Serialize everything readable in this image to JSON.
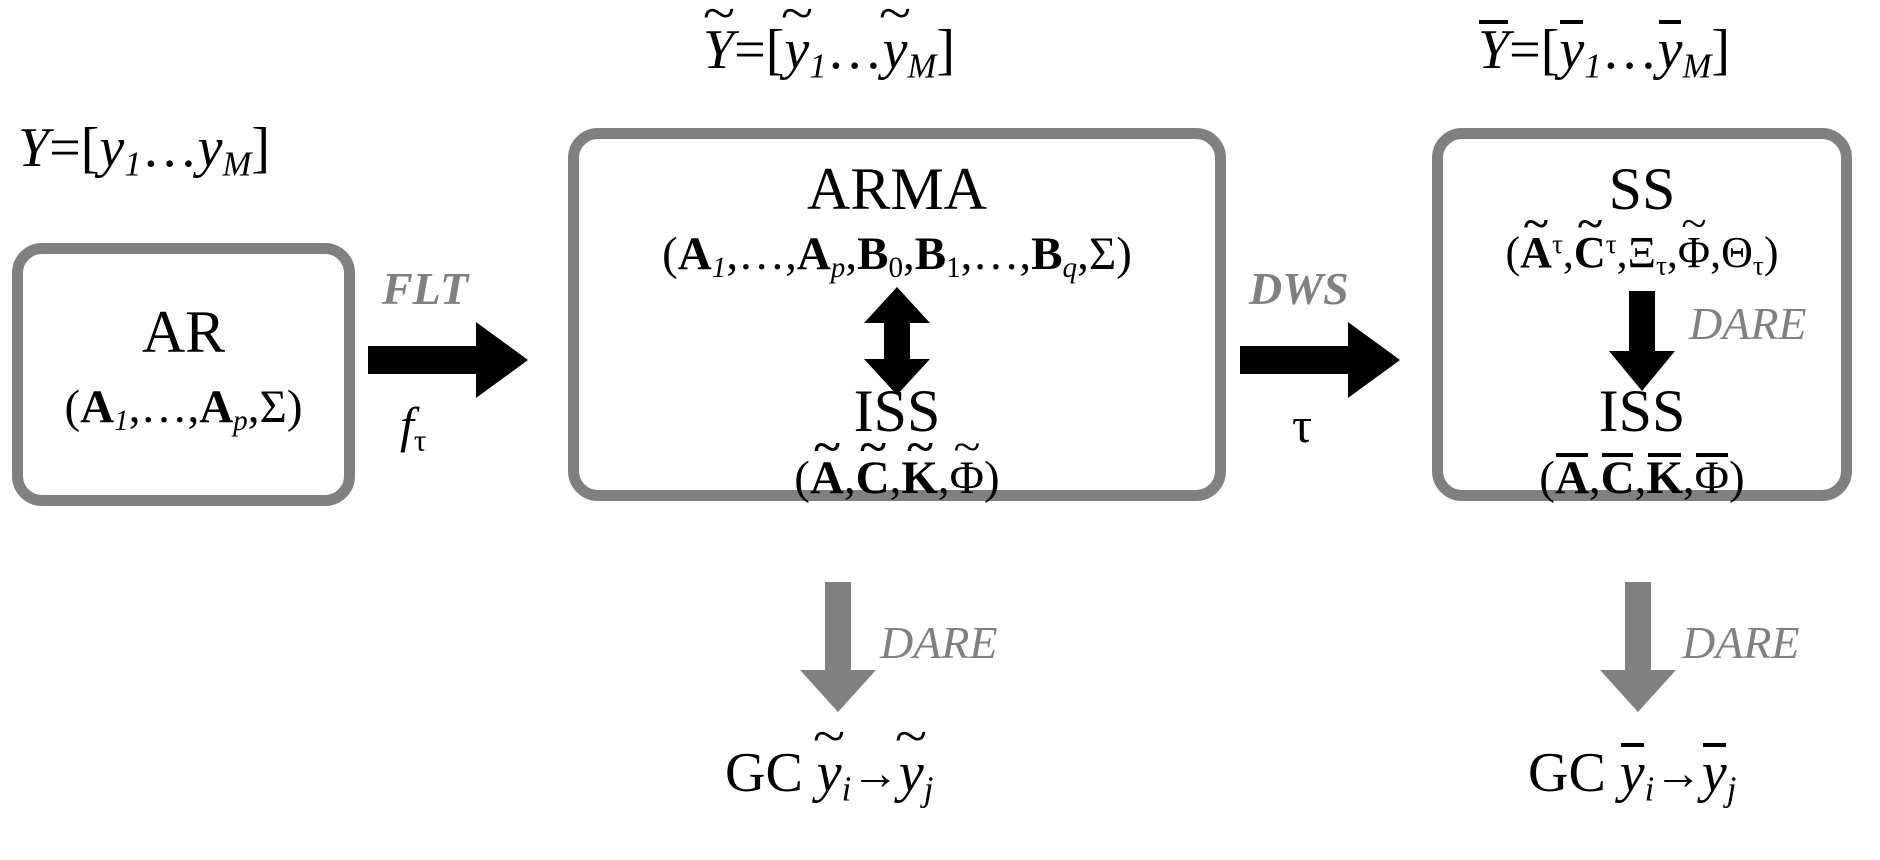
{
  "diagram": {
    "title": "AR to ARMA/ISS to SS/ISS filtering and downsampling pipeline",
    "colors": {
      "box_border": "#808080",
      "black_arrow": "#000000",
      "gray_arrow": "#808080",
      "gray_label": "#808080",
      "background": "#ffffff"
    }
  },
  "stage1": {
    "vector_label": {
      "lhs": "Y",
      "eq": "=[",
      "first": "y",
      "first_sub": "1",
      "dots": "…",
      "last": "y",
      "last_sub": "M",
      "close": "]"
    },
    "box_title": "AR",
    "box_params": {
      "open": "(",
      "a": "A",
      "a_sub1": "1",
      "dots": ",…,",
      "a2": "A",
      "a_sub2": "p",
      "comma": ",",
      "sigma": "Σ",
      "close": ")"
    }
  },
  "transition1": {
    "label_top": "FLT",
    "label_bottom_base": "f",
    "label_bottom_sub": "τ"
  },
  "stage2": {
    "vector_label": {
      "lhs": "Y",
      "eq": "=[",
      "first": "y",
      "first_sub": "1",
      "dots": "…",
      "last": "y",
      "last_sub": "M",
      "close": "]",
      "accent": "tilde"
    },
    "box_title_top": "ARMA",
    "box_params_top": {
      "open": "(",
      "a1": "A",
      "a1_sub": "1",
      "dots1": ",…,",
      "ap": "A",
      "ap_sub": "p",
      "c1": ",",
      "b0": "B",
      "b0_sub": "0",
      "c2": ",",
      "b1": "B",
      "b1_sub": "1",
      "dots2": ",…,",
      "bq": "B",
      "bq_sub": "q",
      "c3": ",",
      "sigma": "Σ",
      "close": ")"
    },
    "box_title_bottom": "ISS",
    "box_params_bottom": {
      "open": "(",
      "a": "A",
      "c1": ",",
      "c": "C",
      "c2": ",",
      "k": "K",
      "c3": ",",
      "phi": "Φ",
      "close": ")"
    },
    "dare_label": "DARE",
    "gc_label": {
      "gc": "GC",
      "from": "y",
      "from_sub": "i",
      "arrow": "→",
      "to": "y",
      "to_sub": "j"
    }
  },
  "transition2": {
    "label_top": "DWS",
    "label_bottom": "τ"
  },
  "stage3": {
    "vector_label": {
      "lhs": "Y",
      "eq": "=[",
      "first": "y",
      "first_sub": "1",
      "dots": "…",
      "last": "y",
      "last_sub": "M",
      "close": "]",
      "accent": "overline"
    },
    "box_title_top": "SS",
    "box_params_top": {
      "open": "(",
      "a": "A",
      "a_sup": "τ",
      "c1": ",",
      "c": "C",
      "c_sup": "τ",
      "c2": ",",
      "xi": "Ξ",
      "xi_sub": "τ",
      "c3": ",",
      "phi": "Φ",
      "c4": ",",
      "theta": "Θ",
      "theta_sub": "τ",
      "close": ")"
    },
    "box_title_bottom": "ISS",
    "box_params_bottom": {
      "open": "(",
      "a": "A",
      "c1": ",",
      "c": "C",
      "c2": ",",
      "k": "K",
      "c3": ",",
      "phi": "Φ",
      "close": ")"
    },
    "dare_label_inner": "DARE",
    "dare_label_outer": "DARE",
    "gc_label": {
      "gc": "GC",
      "from": "y",
      "from_sub": "i",
      "arrow": "→",
      "to": "y",
      "to_sub": "j"
    }
  }
}
